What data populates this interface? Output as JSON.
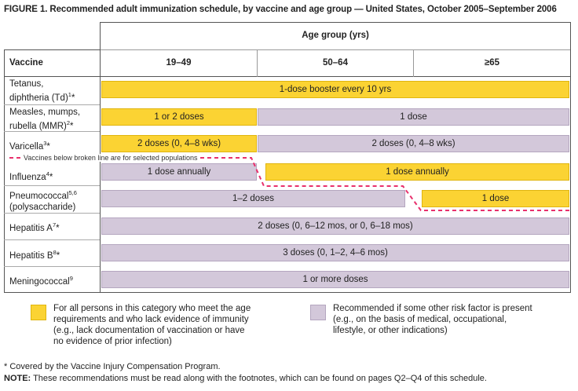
{
  "title": "FIGURE 1. Recommended adult immunization schedule, by vaccine and age group — United States, October 2005–September 2006",
  "header": {
    "age_group_label": "Age group (yrs)",
    "vaccine_label": "Vaccine",
    "age_columns": [
      "19–49",
      "50–64",
      "≥65"
    ]
  },
  "vaccines": [
    {
      "name_lines": [
        "Tetanus,",
        "diphtheria (Td)"
      ],
      "footnote": "1",
      "covered": "*"
    },
    {
      "name_lines": [
        "Measles, mumps,",
        "rubella (MMR)"
      ],
      "footnote": "2",
      "covered": "*"
    },
    {
      "name_lines": [
        "Varicella"
      ],
      "footnote": "3",
      "covered": "*"
    },
    {
      "name_lines": [
        "Influenza"
      ],
      "footnote": "4",
      "covered": "*"
    },
    {
      "name_lines": [
        "Pneumococcal",
        "(polysaccharide)"
      ],
      "footnote": "5,6",
      "covered": ""
    },
    {
      "name_lines": [
        "Hepatitis A"
      ],
      "footnote": "7",
      "covered": "*"
    },
    {
      "name_lines": [
        "Hepatitis B"
      ],
      "footnote": "8",
      "covered": "*"
    },
    {
      "name_lines": [
        "Meningococcal"
      ],
      "footnote": "9",
      "covered": ""
    }
  ],
  "bars": {
    "td": "1-dose booster every 10 yrs",
    "mmr_19_49": "1 or 2 doses",
    "mmr_50_plus": "1 dose",
    "varicella_19_49": "2 doses (0, 4–8 wks)",
    "varicella_50_plus": "2 doses (0, 4–8 wks)",
    "influenza_19_49": "1 dose annually",
    "influenza_50_plus": "1 dose annually",
    "pneumo_19_64": "1–2 doses",
    "pneumo_65": "1 dose",
    "hepa": "2 doses (0, 6–12 mos, or 0, 6–18 mos)",
    "hepb": "3 doses (0, 1–2, 4–6 mos)",
    "mening": "1 or more doses"
  },
  "dashed_line_label": "Vaccines below broken line are for selected populations",
  "legend": {
    "yellow_text": [
      "For all persons in this category who meet the age",
      "requirements and who lack evidence of immunity",
      "(e.g., lack documentation of vaccination or have",
      "no evidence of prior infection)"
    ],
    "purple_text": [
      "Recommended if some other risk factor is present",
      "(e.g., on the basis of medical, occupational,",
      "lifestyle, or other indications)"
    ]
  },
  "footnotes": {
    "covered": "* Covered by the Vaccine Injury Compensation Program.",
    "note_label": "NOTE:",
    "note_text": " These recommendations must be read along with the footnotes, which can be found on pages Q2–Q4 of this schedule."
  },
  "colors": {
    "yellow": "#fbd333",
    "purple": "#d3c8da",
    "dash": "#e8306c"
  }
}
